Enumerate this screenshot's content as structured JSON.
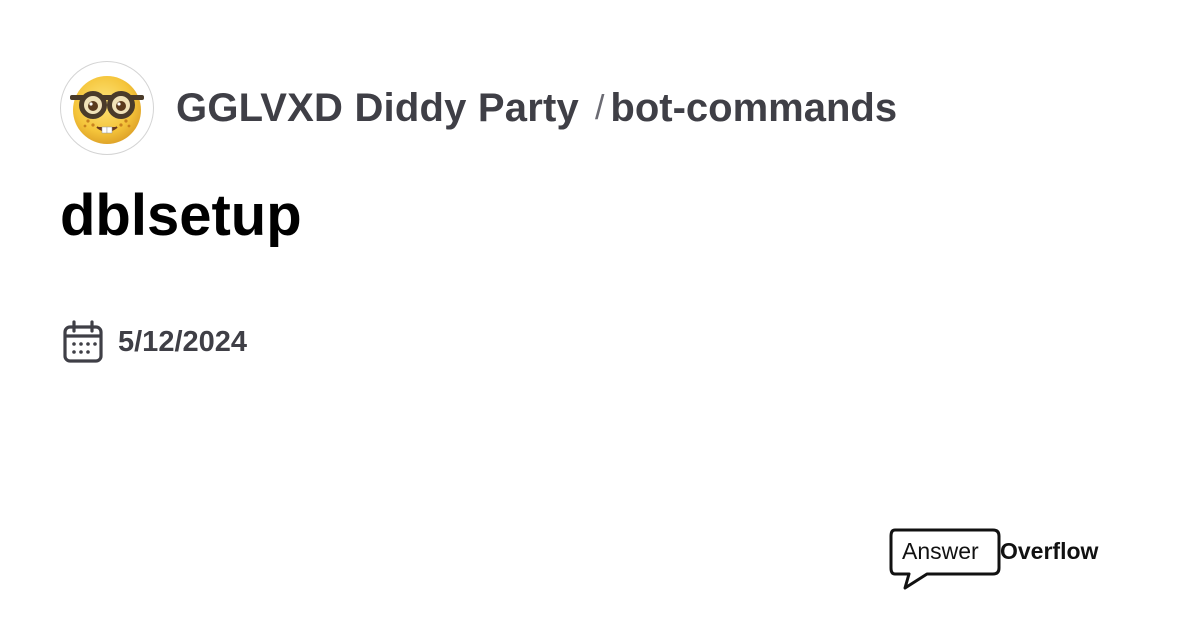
{
  "header": {
    "server_name": "GGLVXD Diddy Party",
    "separator": "/",
    "channel_name": "bot-commands",
    "avatar_icon": "nerd-face-icon"
  },
  "thread": {
    "title": "dblsetup",
    "date": "5/12/2024",
    "date_icon": "calendar-icon"
  },
  "brand": {
    "part1": "Answer",
    "part2": "Overflow",
    "icon": "speech-bubble-icon"
  },
  "colors": {
    "text_muted": "#3f3f46",
    "emoji_yellow": "#f5c53b",
    "glasses": "#4a3b2a"
  }
}
